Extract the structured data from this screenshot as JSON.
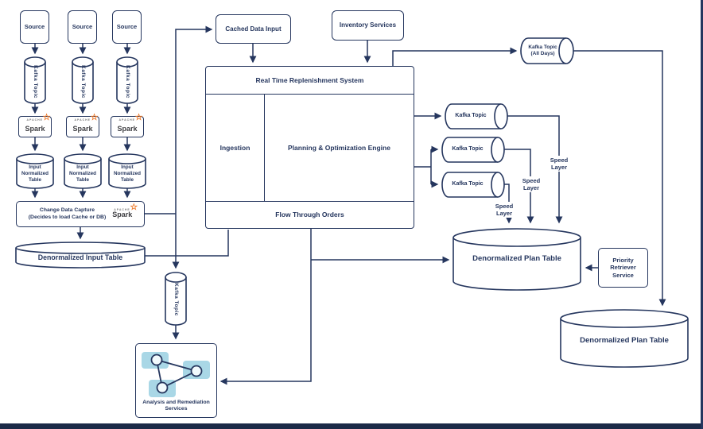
{
  "colors": {
    "line": "#25365e",
    "node_fill": "#ffffff",
    "accent_blue": "#a9d7e6",
    "spark_orange": "#ee7623",
    "bottom_bar": "#1b2a47"
  },
  "labels": {
    "source": "Source",
    "kafka_topic": "Kafka Topic",
    "kafka_all_days_line1": "Kafka Topic",
    "kafka_all_days_line2": "(All Days)",
    "spark_apache": "APACHE",
    "spark_word": "Spark",
    "spark_star": "☆",
    "input_table_line1": "Input",
    "input_table_line2": "Normalized",
    "input_table_line3": "Table",
    "cdc_line1": "Change Data Capture",
    "cdc_line2": "(Decides to load Cache or DB)",
    "denormalized_input_table": "Denormalized Input Table",
    "cached_data_input": "Cached Data Input",
    "inventory_services": "Inventory Services",
    "rtrs_header": "Real Time Replenishment System",
    "ingestion": "Ingestion",
    "planning_engine": "Planning & Optimization Engine",
    "flow_through_orders": "Flow Through Orders",
    "speed_line1": "Speed",
    "speed_line2": "Layer",
    "denormalized_plan_table": "Denormalized Plan Table",
    "denormalized_plan_table_2": "Denormalized Plan Table",
    "priority_line1": "Priority",
    "priority_line2": "Retriever",
    "priority_line3": "Service",
    "analysis_line1": "Analysis and Remediation",
    "analysis_line2": "Services"
  }
}
